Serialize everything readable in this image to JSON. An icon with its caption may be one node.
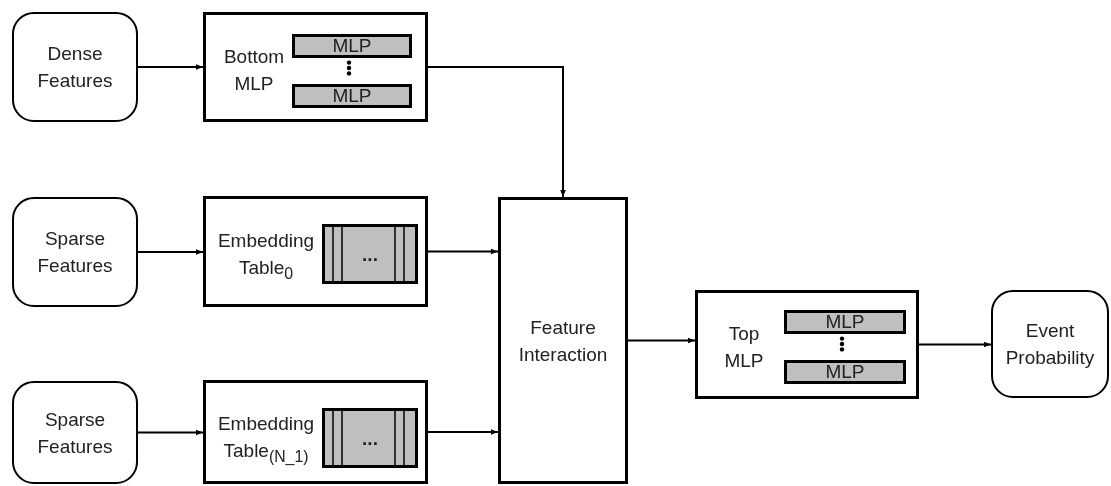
{
  "diagram": {
    "nodes": [
      {
        "text": [
          "Dense Features"
        ]
      },
      {
        "text": [
          "Bottom MLP"
        ]
      },
      {
        "text": [
          "MLP"
        ],
        "in": 1
      },
      {
        "text": [
          "MLP"
        ],
        "in": 1
      },
      {
        "text": [
          "Sparse Features"
        ]
      },
      {
        "text": [
          "Embedding Table$_{0}$"
        ]
      },
      {
        "text": [
          "..."
        ],
        "in": 5
      },
      {
        "text": [
          "Sparse Features"
        ]
      },
      {
        "text": [
          "Embedding Table$_{(N_1)}$"
        ]
      },
      {
        "text": [
          "..."
        ],
        "in": 8
      },
      {
        "text": [
          "Feature Interaction"
        ]
      },
      {
        "text": [
          "Top MLP"
        ]
      },
      {
        "text": [
          "MLP"
        ],
        "in": 11
      },
      {
        "text": [
          "MLP"
        ],
        "in": 11
      },
      {
        "text": [
          "Event Probability"
        ]
      }
    ],
    "edges": [
      {
        "from": 0,
        "to": 1,
        "arrow": "to"
      },
      {
        "from": 1,
        "to": 10,
        "arrow": "to"
      },
      {
        "from": 4,
        "to": 5,
        "arrow": "to"
      },
      {
        "from": 5,
        "to": 10,
        "arrow": "to"
      },
      {
        "from": 7,
        "to": 8,
        "arrow": "to"
      },
      {
        "from": 8,
        "to": 10,
        "arrow": "to"
      },
      {
        "from": 10,
        "to": 11,
        "arrow": "to"
      },
      {
        "from": 11,
        "to": 14,
        "arrow": "to"
      }
    ]
  }
}
